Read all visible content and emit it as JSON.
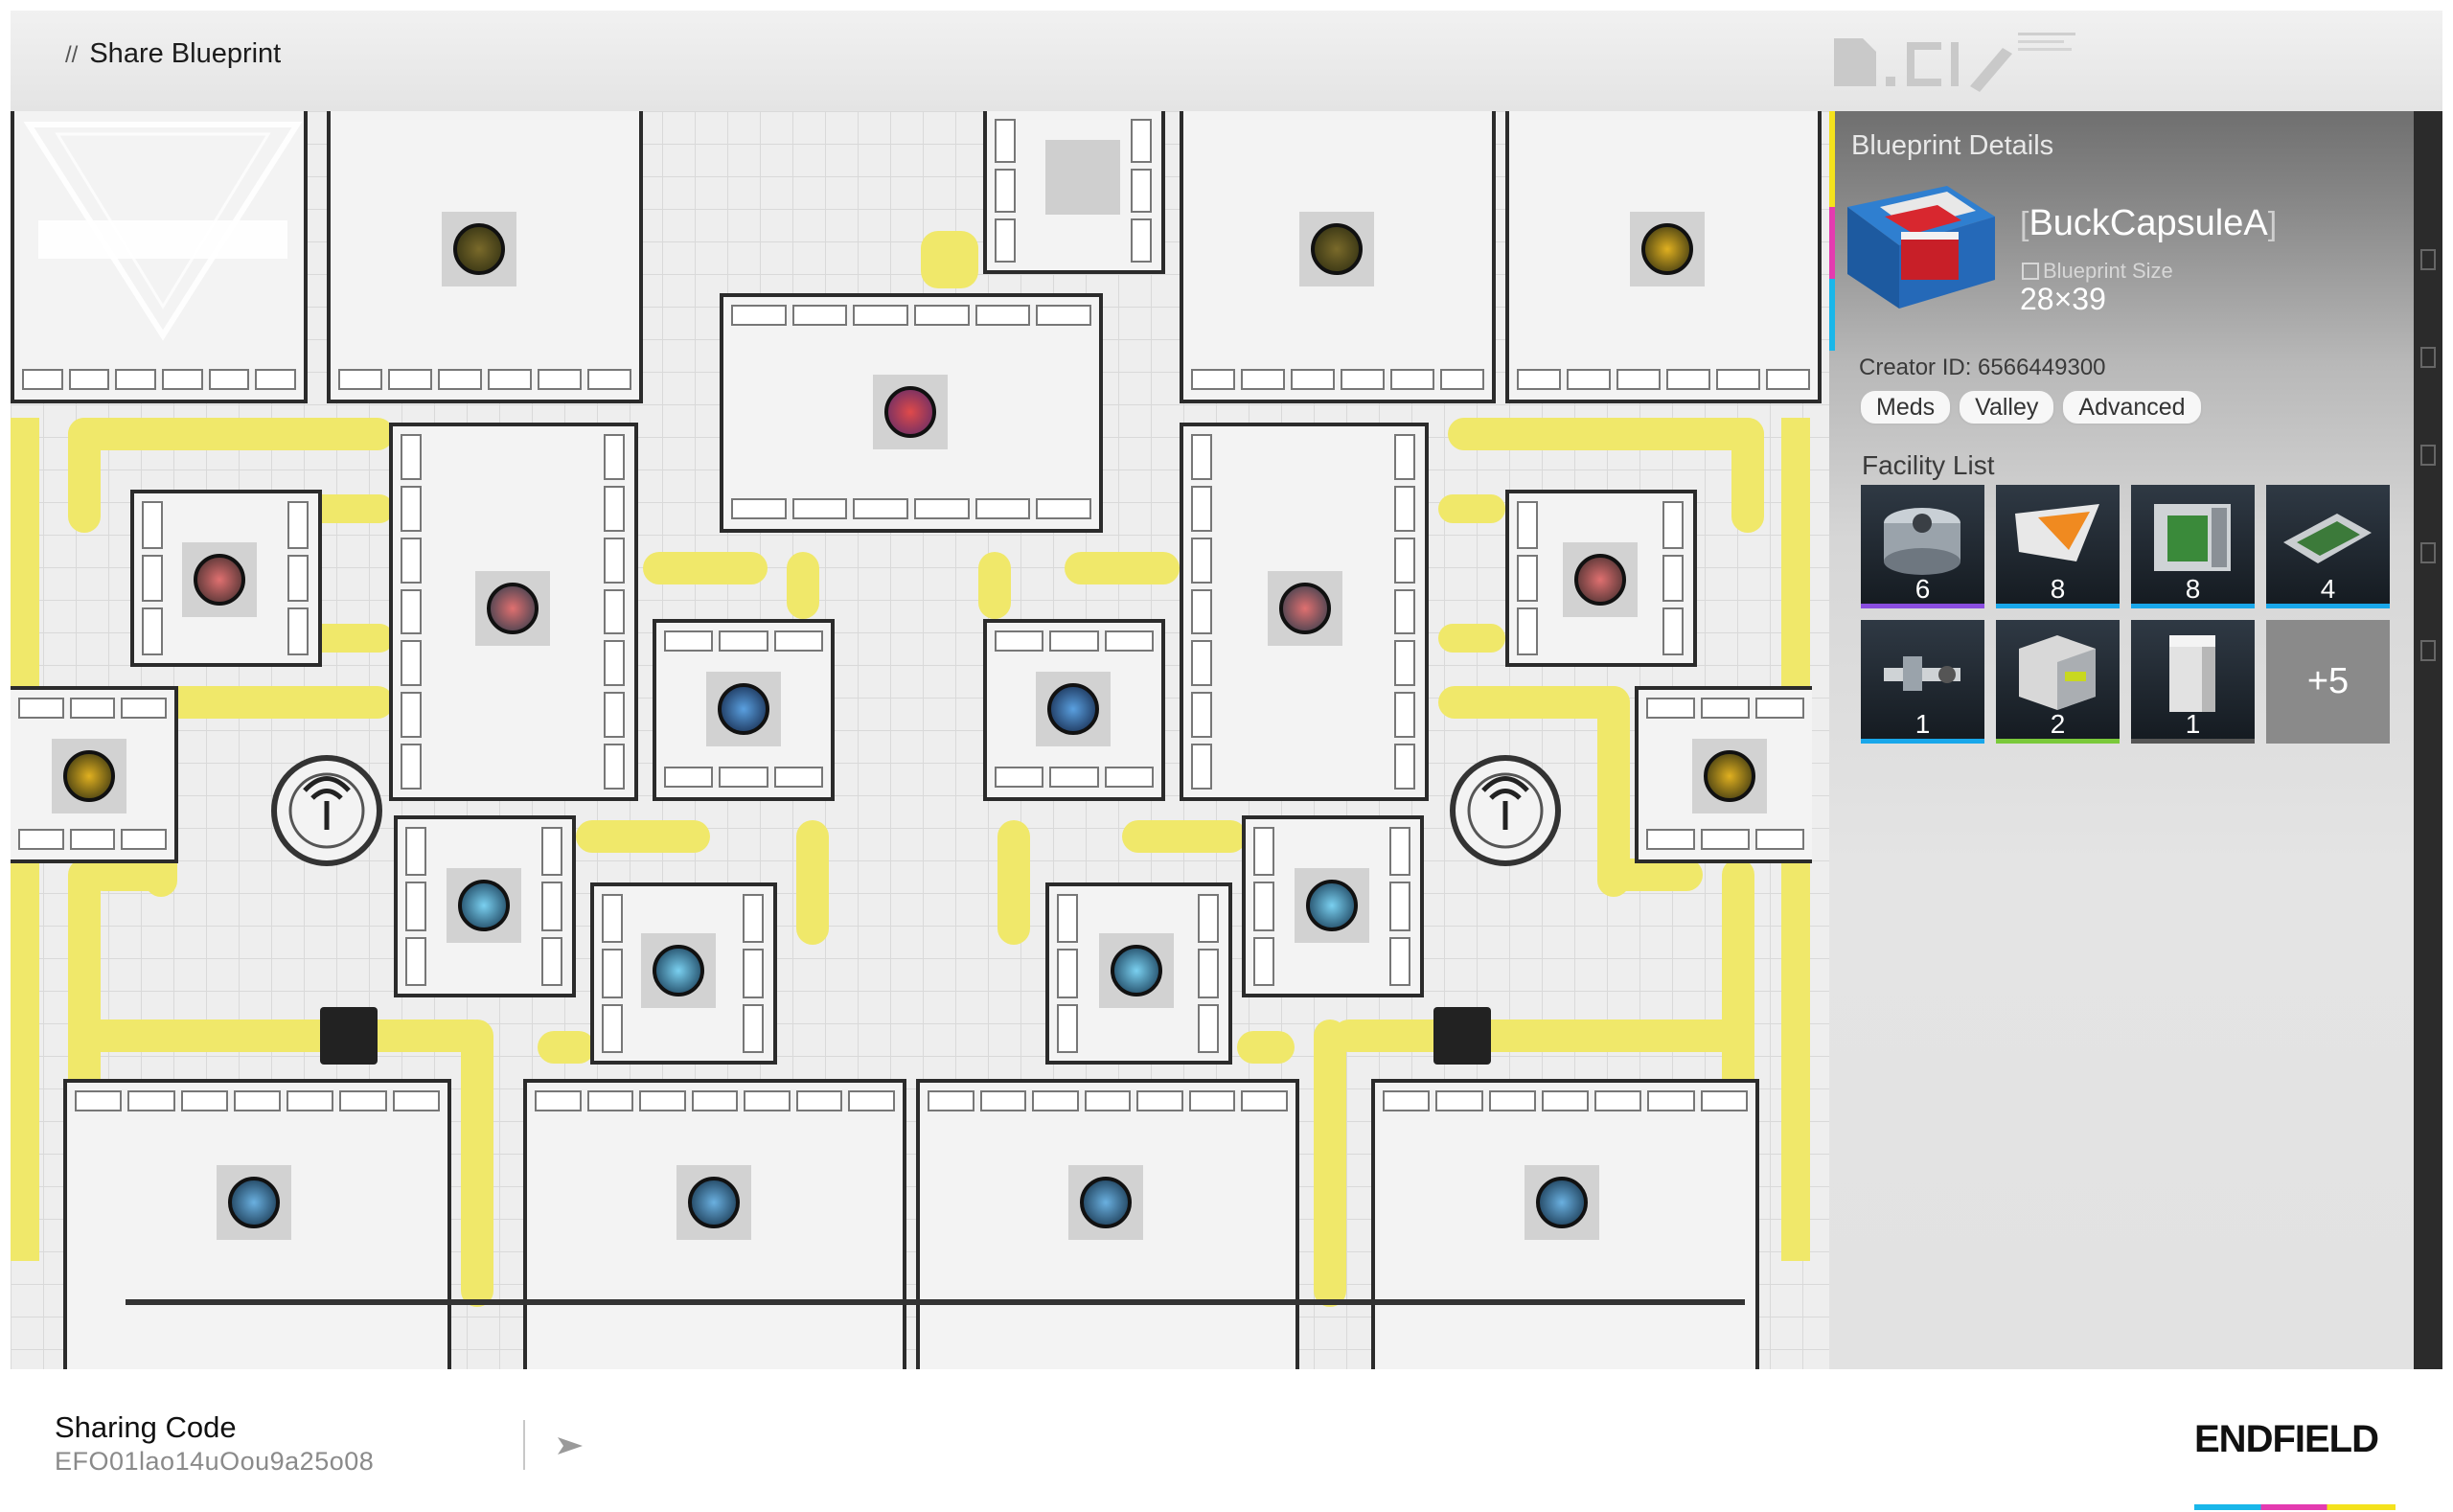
{
  "header": {
    "title": "Share Blueprint",
    "title_prefix": "//"
  },
  "blueprint": {
    "panel_title": "Blueprint Details",
    "name": "BuckCapsuleA",
    "size_label": "Blueprint Size",
    "size_value": "28×39",
    "creator_id": "Creator ID: 6566449300",
    "tags": [
      "Meds",
      "Valley",
      "Advanced"
    ],
    "facility_list_title": "Facility List",
    "facilities": [
      {
        "icon": "refining-unit-icon",
        "count": "6",
        "rarity_color": "#8a4de0"
      },
      {
        "icon": "shredding-unit-icon",
        "count": "8",
        "rarity_color": "#19a7ea"
      },
      {
        "icon": "fitting-unit-icon",
        "count": "8",
        "rarity_color": "#19a7ea"
      },
      {
        "icon": "planting-unit-icon",
        "count": "4",
        "rarity_color": "#19a7ea"
      },
      {
        "icon": "splitter-icon",
        "count": "1",
        "rarity_color": "#19a7ea"
      },
      {
        "icon": "storage-depot-icon",
        "count": "2",
        "rarity_color": "#7ac93a"
      },
      {
        "icon": "protocol-stash-icon",
        "count": "1",
        "rarity_color": "#555555"
      }
    ],
    "more_label": "+5"
  },
  "footer": {
    "sharing_label": "Sharing Code",
    "sharing_code": "EFO01lao14uOou9a25o08",
    "brand": "ENDFIELD"
  },
  "colors": {
    "belt": "#f0e86a",
    "accent_yellow": "#f4e21c",
    "accent_magenta": "#e43bb0",
    "accent_cyan": "#19b7ea"
  }
}
